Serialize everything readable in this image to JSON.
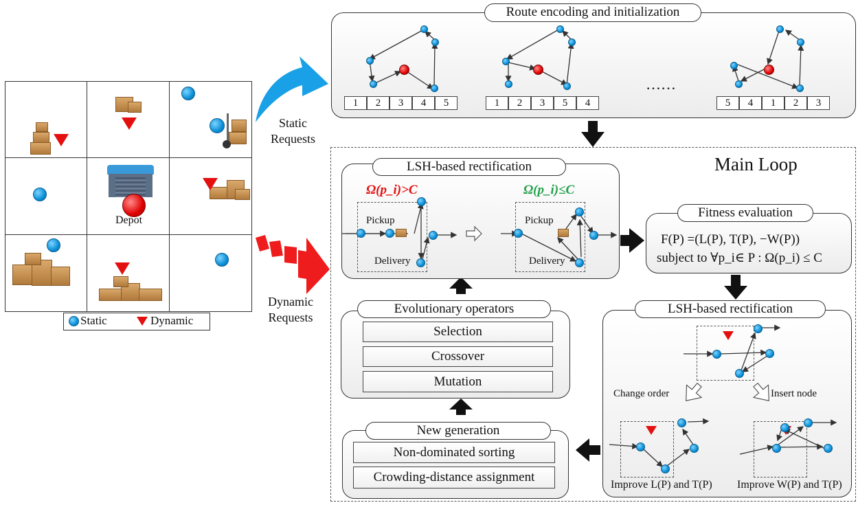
{
  "legend": {
    "static_label": "Static",
    "dynamic_label": "Dynamic"
  },
  "grid": {
    "depot_label": "Depot"
  },
  "requests": {
    "static_label": "Static\nRequests",
    "dynamic_label": "Dynamic\nRequests"
  },
  "route_panel": {
    "title": "Route encoding and initialization",
    "sequences": [
      [
        "1",
        "2",
        "3",
        "4",
        "5"
      ],
      [
        "1",
        "2",
        "3",
        "5",
        "4"
      ],
      [
        "5",
        "4",
        "1",
        "2",
        "3"
      ]
    ],
    "ellipsis": "……"
  },
  "main_loop": {
    "title": "Main Loop"
  },
  "lsh_top": {
    "title": "LSH-based rectification",
    "violated_label": "Ω(p_i)>C",
    "satisfied_label": "Ω(p_i)≤C",
    "pickup_label": "Pickup",
    "delivery_label": "Delivery"
  },
  "fitness": {
    "title": "Fitness evaluation",
    "formula": "F(P) =(L(P), T(P), −W(P))",
    "constraint": "subject to ∀p_i∈ P : Ω(p_i) ≤ C"
  },
  "evolutionary": {
    "title": "Evolutionary operators",
    "ops": [
      "Selection",
      "Crossover",
      "Mutation"
    ]
  },
  "new_generation": {
    "title": "New generation",
    "steps": [
      "Non-dominated sorting",
      "Crowding-distance assignment"
    ]
  },
  "lsh_bottom": {
    "title": "LSH-based rectification",
    "change_order_label": "Change order",
    "insert_node_label": "Insert node",
    "improve_left_label": "Improve L(P) and T(P)",
    "improve_right_label": "Improve W(P) and T(P)"
  },
  "colors": {
    "static": "#0a8fd8",
    "dynamic": "#e41010",
    "static_arrow": "#1aa0e6",
    "dynamic_arrow": "#ee1c1c",
    "satisfied": "#22a04a"
  }
}
